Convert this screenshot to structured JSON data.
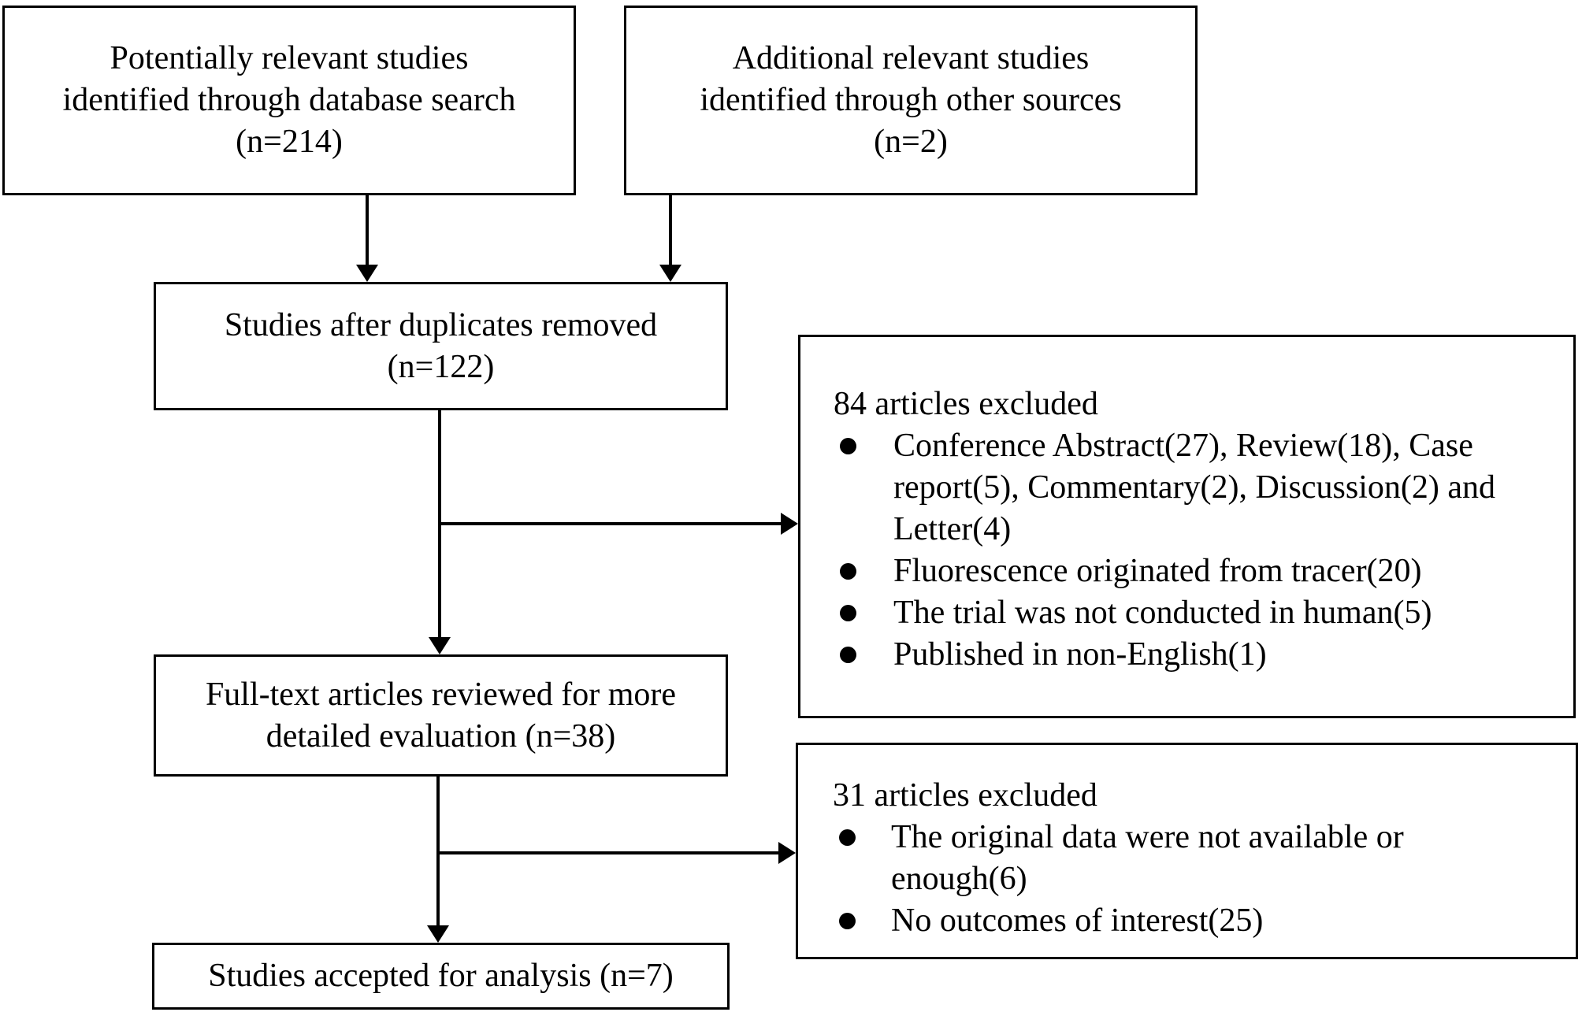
{
  "flowchart": {
    "identification_db": {
      "lines": [
        "Potentially relevant studies",
        "identified through database search",
        "(n=214)"
      ]
    },
    "identification_other": {
      "lines": [
        "Additional relevant studies",
        "identified through other sources",
        "(n=2)"
      ]
    },
    "deduplicated": {
      "lines": [
        "Studies after duplicates removed",
        "(n=122)"
      ]
    },
    "exclusion_1": {
      "heading": "84 articles excluded",
      "items": [
        {
          "lines": [
            "Conference Abstract(27), Review(18), Case",
            "report(5), Commentary(2), Discussion(2) and",
            "Letter(4)"
          ]
        },
        {
          "lines": [
            "Fluorescence originated from tracer(20)"
          ]
        },
        {
          "lines": [
            "The trial was not conducted in human(5)"
          ]
        },
        {
          "lines": [
            "Published in non-English(1)"
          ]
        }
      ]
    },
    "full_text": {
      "lines": [
        "Full-text articles reviewed for more",
        "detailed evaluation (n=38)"
      ]
    },
    "exclusion_2": {
      "heading": "31 articles excluded",
      "items": [
        {
          "lines": [
            "The original data were not available or",
            "enough(6)"
          ]
        },
        {
          "lines": [
            "No outcomes of interest(25)"
          ]
        }
      ]
    },
    "accepted": {
      "lines": [
        "Studies accepted for analysis (n=7)"
      ]
    }
  },
  "colors": {
    "stroke": "#000000",
    "background": "#ffffff"
  }
}
